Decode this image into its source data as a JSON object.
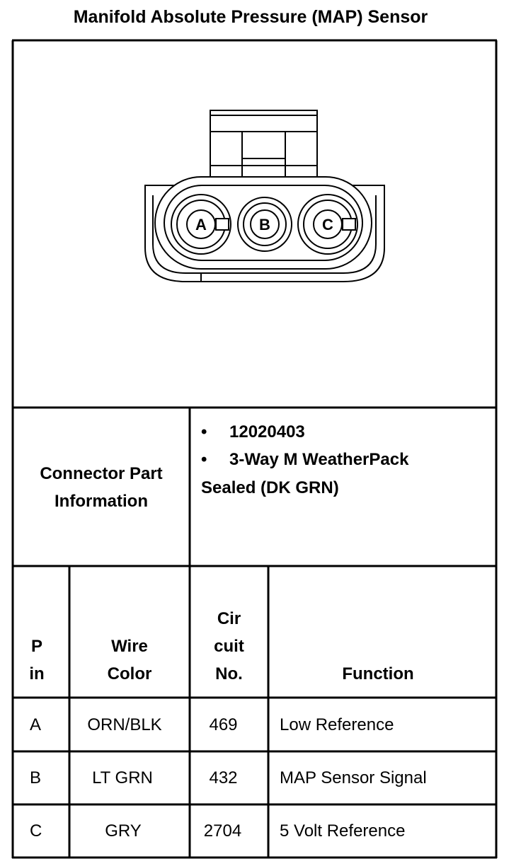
{
  "title": "Manifold Absolute Pressure (MAP) Sensor",
  "connector": {
    "pin_labels": [
      "A",
      "B",
      "C"
    ]
  },
  "part_info": {
    "label_line1": "Connector Part",
    "label_line2": "Information",
    "bullet": "•",
    "part_number": "12020403",
    "desc_line1": "3-Way M WeatherPack",
    "desc_line2": "Sealed (DK GRN)"
  },
  "headers": {
    "pin_line1": "P",
    "pin_line2": "in",
    "wire_line1": "Wire",
    "wire_line2": "Color",
    "circuit_line1": "Cir",
    "circuit_line2": "cuit",
    "circuit_line3": "No.",
    "function": "Function"
  },
  "rows": [
    {
      "pin": "A",
      "wire": "ORN/BLK",
      "circuit": "469",
      "function": "Low Reference"
    },
    {
      "pin": "B",
      "wire": "LT GRN",
      "circuit": "432",
      "function": "MAP Sensor Signal"
    },
    {
      "pin": "C",
      "wire": "GRY",
      "circuit": "2704",
      "function": "5 Volt Reference"
    }
  ]
}
